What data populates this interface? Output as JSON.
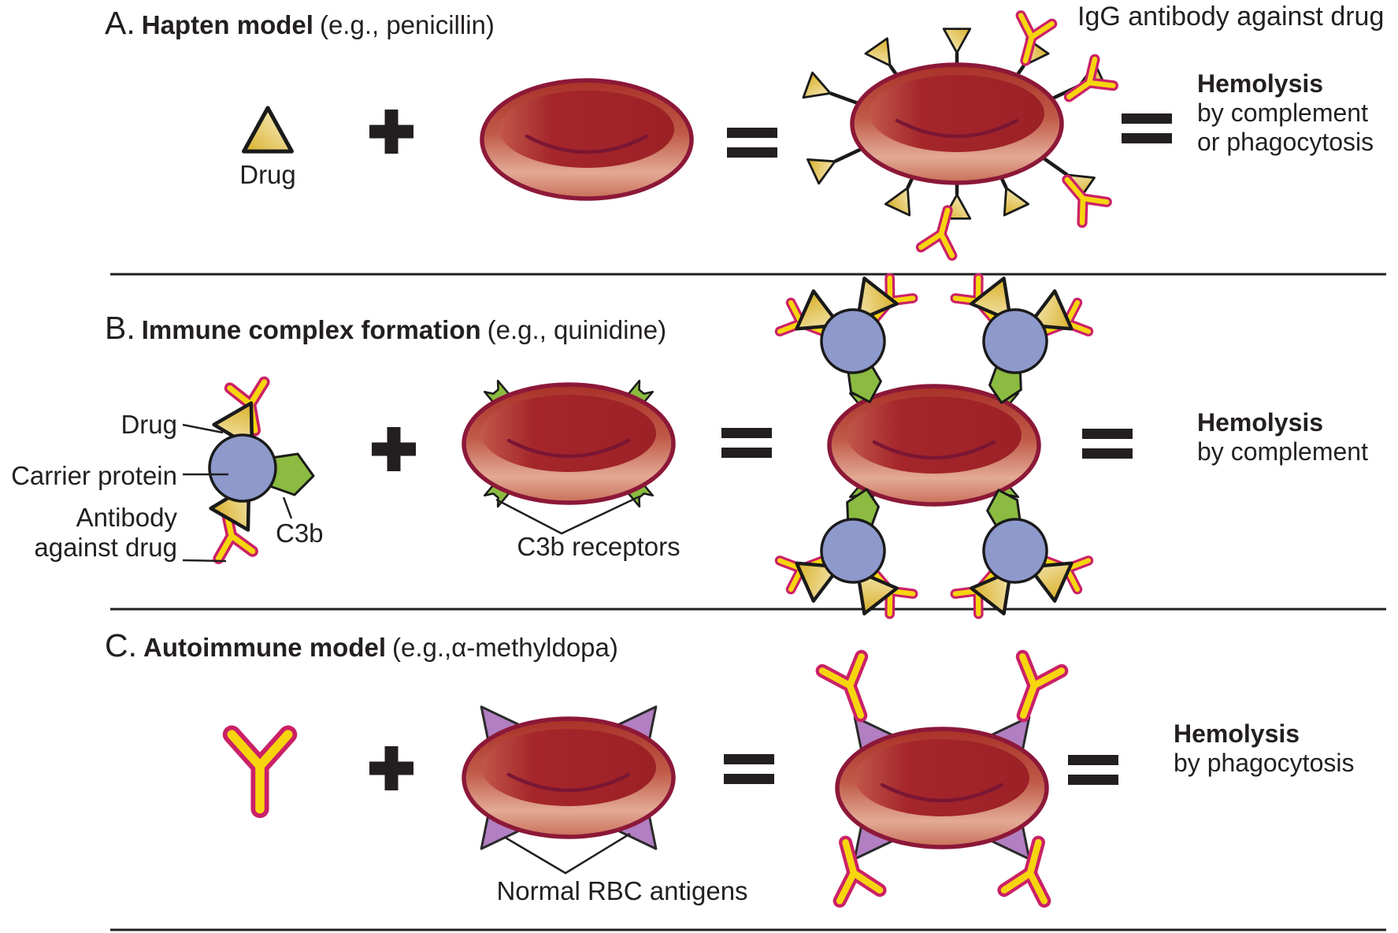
{
  "figure": {
    "sections": [
      {
        "letter": "A.",
        "title": "Hapten model",
        "example": "(e.g., penicillin)",
        "drug_label": "Drug",
        "igg_label": "IgG antibody against drug",
        "result_bold": "Hemolysis",
        "result_line1": "by complement",
        "result_line2": "or phagocytosis"
      },
      {
        "letter": "B.",
        "title": "Immune complex formation",
        "example": "(e.g., quinidine)",
        "drug_label": "Drug",
        "carrier_label": "Carrier protein",
        "antibody_label_line1": "Antibody",
        "antibody_label_line2": "against drug",
        "c3b_label": "C3b",
        "receptors_label": "C3b receptors",
        "result_bold": "Hemolysis",
        "result_line1": "by complement"
      },
      {
        "letter": "C.",
        "title": "Autoimmune model",
        "example": "(e.g.,α-methyldopa)",
        "antigens_label": "Normal RBC antigens",
        "result_bold": "Hemolysis",
        "result_line1": "by phagocytosis"
      }
    ],
    "colors": {
      "rbc_face": "#a4262b",
      "rbc_rim_light": "#e3aa95",
      "rbc_outline": "#8c1838",
      "drug_gold": "#d9b02a",
      "antibody_yellow": "#f7d50e",
      "antibody_magenta": "#cb2067",
      "carrier_blue": "#8e99cc",
      "c3b_green": "#8bbb40",
      "antigen_purple": "#b27fc2",
      "ink": "#231f20"
    }
  }
}
